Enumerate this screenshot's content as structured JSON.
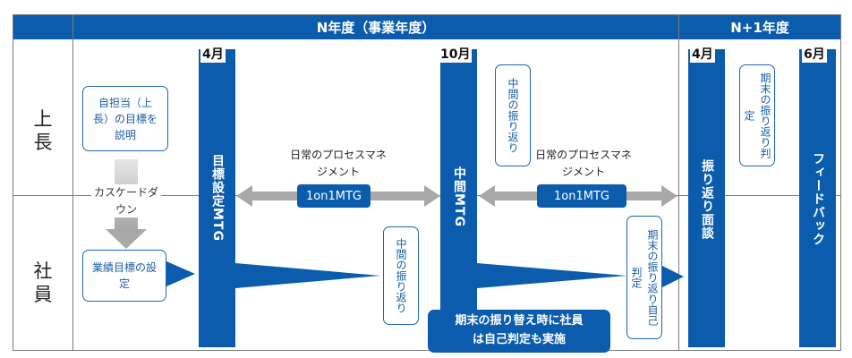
{
  "header": {
    "fiscal_year_n": "N年度（事業年度）",
    "fiscal_year_n1": "N+1年度"
  },
  "rows": {
    "upper": "上長",
    "staff": "社員"
  },
  "months": {
    "april": "4月",
    "october": "10月",
    "april_next": "4月",
    "june_next": "6月"
  },
  "bars": {
    "goal_setting_mtg": "目標設定MTG",
    "midterm_mtg": "中間MTG",
    "review_interview": "振り返り面談",
    "feedback": "フィードバック"
  },
  "notes": {
    "explain_goals": "自担当（上長）の目標を説明",
    "set_goals": "業績目標の設定",
    "midterm_review_upper": "中間の振り返り",
    "midterm_review_staff": "中間の振り返り",
    "self_assessment": "期末の振り返り自己判定",
    "final_assessment": "期末の振り返り判定"
  },
  "cascade": "カスケードダウン",
  "process": {
    "label_1": "日常のプロセスマネジメント",
    "label_2": "日常のプロセスマネジメント",
    "meeting_1": "1on1MTG",
    "meeting_2": "1on1MTG"
  },
  "callout": "期末の振り替え時に社員は自己判定も実施",
  "colors": {
    "primary_blue": "#0b5cad",
    "arrow_gray": "#a8a8a8",
    "frame_gray": "#7a7a7a"
  }
}
